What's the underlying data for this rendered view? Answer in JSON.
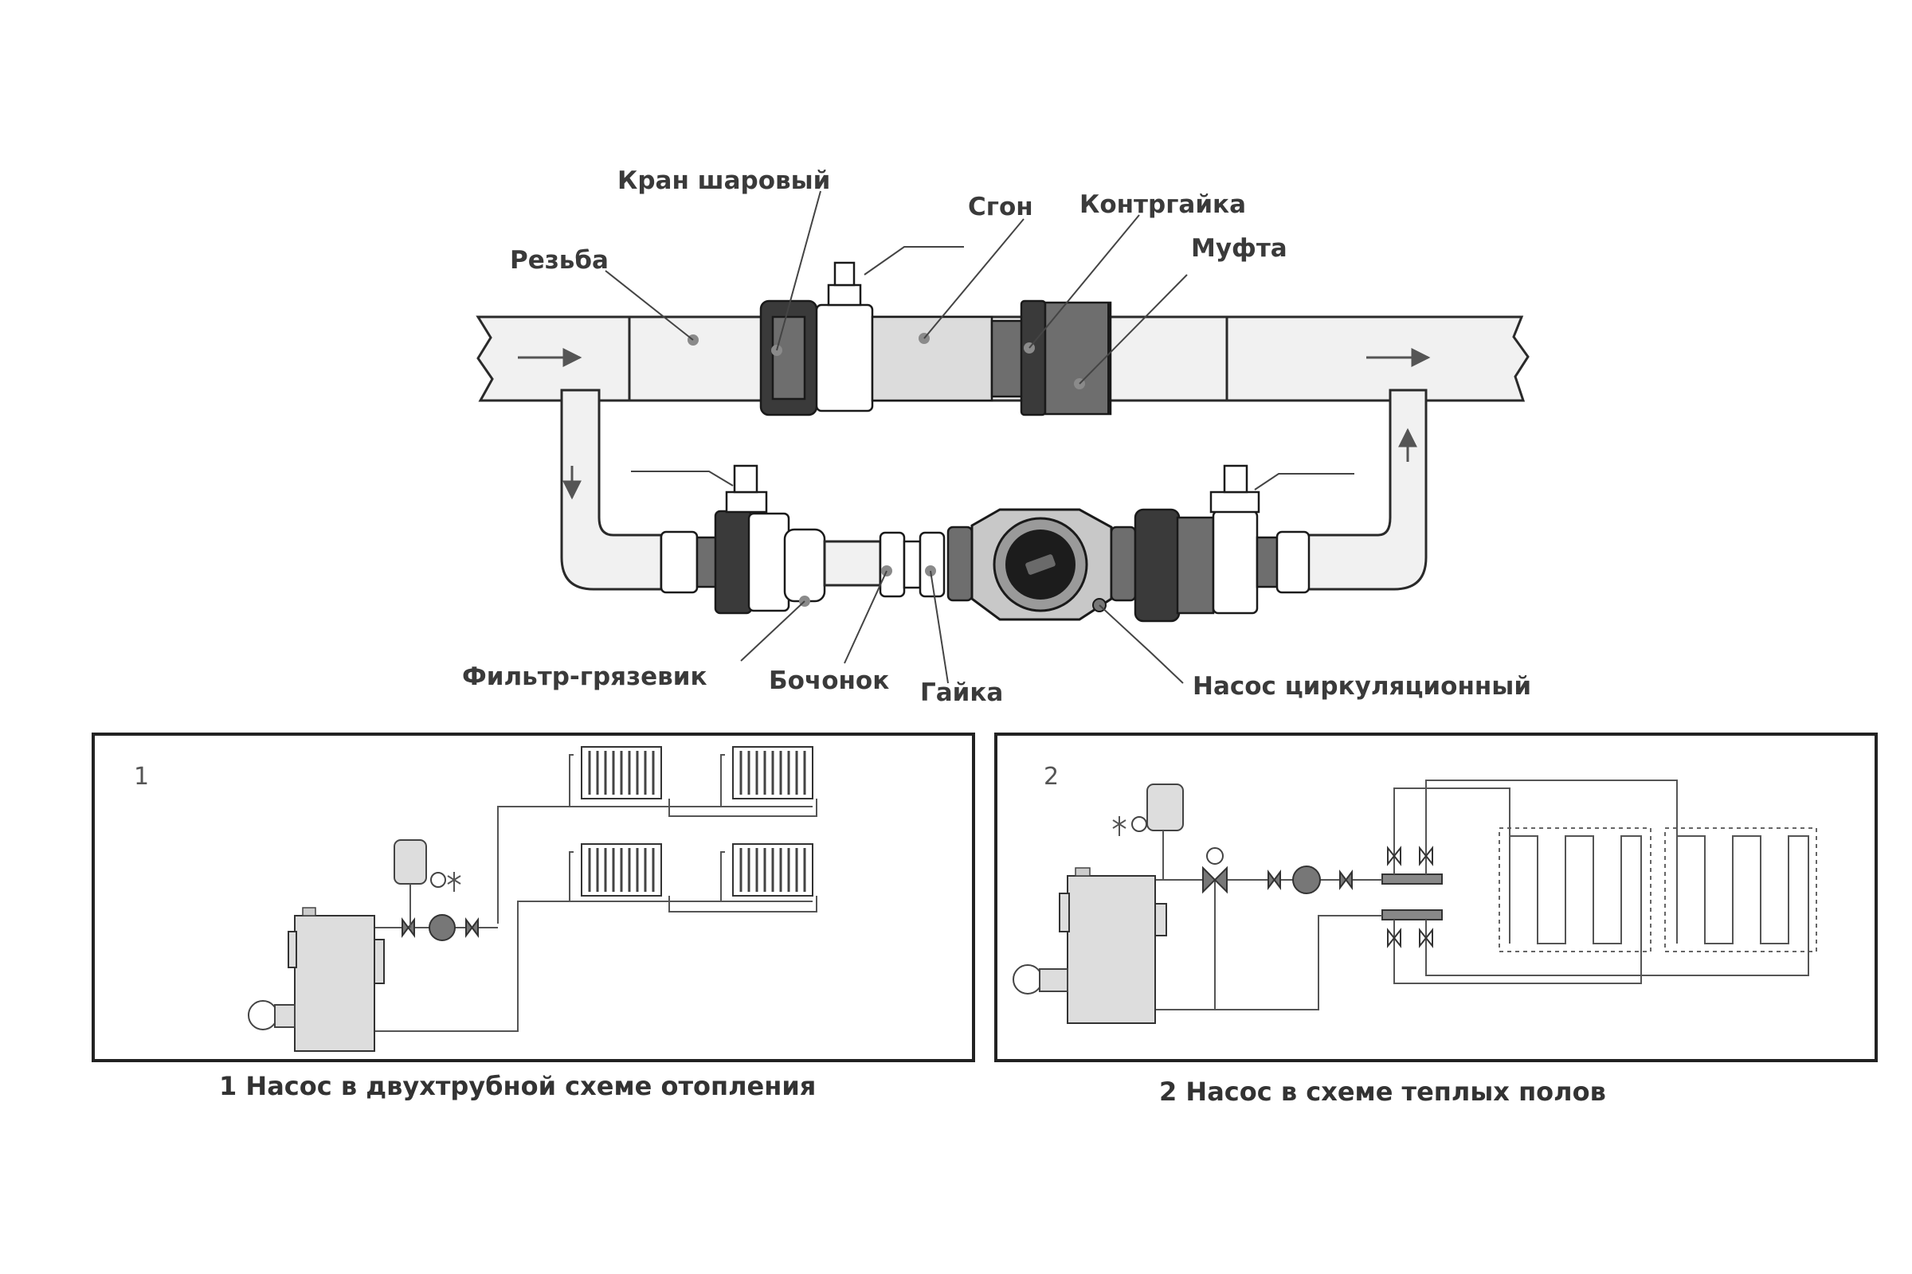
{
  "labels": {
    "thread": "Резьба",
    "ball_valve": "Кран шаровый",
    "sgon": "Сгон",
    "locknut": "Контргайка",
    "coupling": "Муфта",
    "mud_filter": "Фильтр-грязевик",
    "barrel": "Бочонок",
    "nut": "Гайка",
    "circ_pump": "Насос циркуляционный"
  },
  "scheme1": {
    "number": "1",
    "caption": "1 Насос в двухтрубной схеме отопления"
  },
  "scheme2": {
    "number": "2",
    "caption": "2 Насос в схеме теплых полов"
  },
  "colors": {
    "dark_part": "#3a3a3a",
    "mid_part": "#6e6e6e",
    "pipe": "#f1f1f1",
    "frame": "#222222"
  }
}
